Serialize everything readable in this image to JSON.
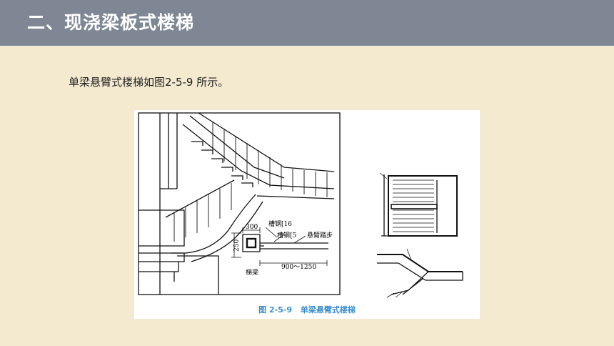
{
  "header": {
    "title": "二、现浇梁板式楼梯"
  },
  "paragraph": "单梁悬臂式楼梯如图2-5-9 所示。",
  "figure": {
    "caption_number": "图 2-5-9",
    "caption_title": "单梁悬臂式楼梯",
    "labels": {
      "dim_300": "300",
      "channel_16": "槽钢[16",
      "channel_5": "槽钢[5",
      "cantilever_step": "悬臂踏步",
      "dim_250": "250",
      "dim_range": "900～1250",
      "stair_beam": "梯梁"
    }
  },
  "colors": {
    "header_bg": "#7f8795",
    "page_bg": "#f4ead0",
    "caption": "#3a8fd0"
  }
}
